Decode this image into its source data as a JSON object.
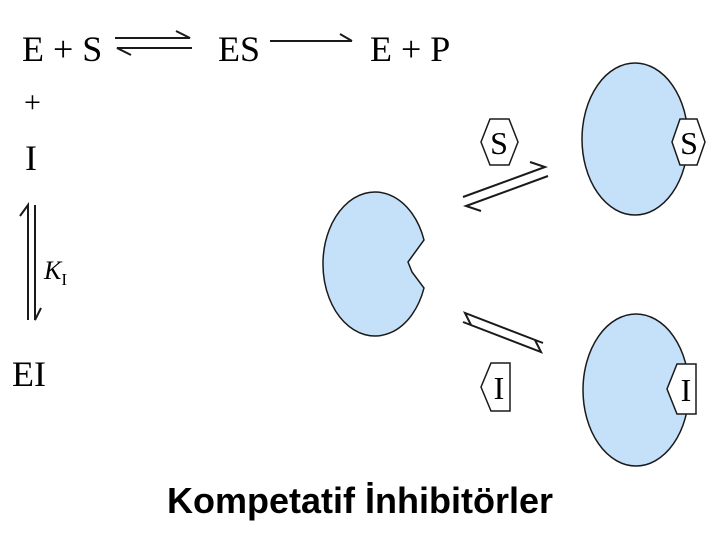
{
  "reaction": {
    "e_plus_s": "E + S",
    "es": "ES",
    "e_plus_p": "E + P",
    "plus": "+",
    "inhibitor": "I",
    "ei": "EI",
    "ki_symbol": "K",
    "ki_subscript": "I"
  },
  "shapes": {
    "substrate_label": "S",
    "inhibitor_label": "I",
    "enzyme_fill": "#c5e0f9",
    "enzyme_stroke": "#1a1a1a"
  },
  "caption": "Kompetatif İnhibitörler"
}
